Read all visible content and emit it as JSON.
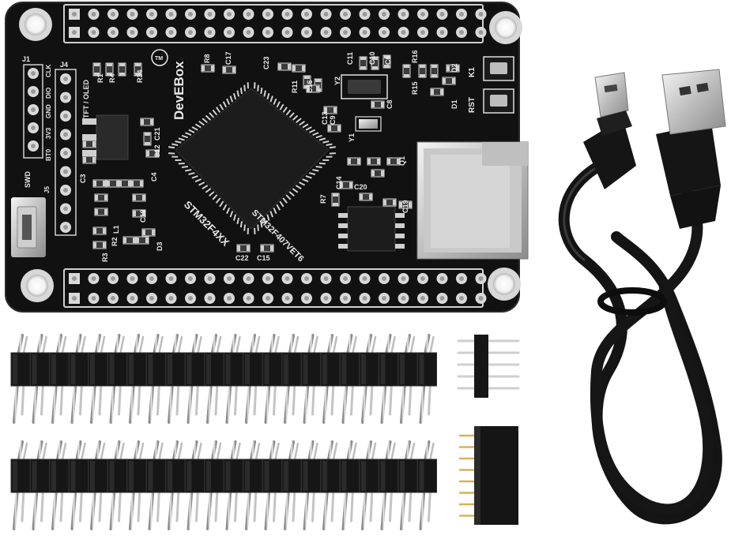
{
  "board": {
    "brand": "DevEBox",
    "trademark": "TM",
    "mcu_label": "STM32F4XX",
    "display_header": "TFT / OLED",
    "swd": "SWD",
    "swd_pins": [
      "CLK",
      "DIO",
      "GND",
      "3V3",
      "BT0"
    ],
    "labels": {
      "j1": "J1",
      "j4": "J4",
      "j5": "J5",
      "k1": "K1",
      "rst": "RST",
      "d1": "D1",
      "d2": "D2",
      "d3": "D3",
      "l1": "L1",
      "r1": "R1",
      "r3": "R3",
      "r4": "R4",
      "r8": "R8",
      "r11": "R11",
      "r34": "R34",
      "c17": "C17",
      "c23": "C23",
      "c11": "C11",
      "c10": "C10",
      "c6": "C6",
      "c16": "C16",
      "c8": "C8",
      "c9": "C9",
      "c13": "C13",
      "c14": "C14",
      "c20": "C20",
      "c19": "C19",
      "c22": "C22",
      "c15": "C15",
      "c21": "C21",
      "c12": "C12",
      "c18": "C18",
      "c3": "C3",
      "c4": "C4",
      "y1": "Y1",
      "y2": "Y2",
      "q1": "Q1",
      "r16": "R16",
      "r15": "R15",
      "r2": "R2",
      "r7": "R7"
    },
    "colors": {
      "pcb": "#0f0f0f",
      "silkscreen": "#e8e8e8",
      "pad": "#d9d9d9",
      "hole": "#9a9a9a"
    }
  },
  "headers": {
    "long_rows": 2,
    "pins_per_row": 22,
    "short_male_pins": 5,
    "female_pins": 8
  },
  "cable": {
    "type": "USB-A to Micro-USB",
    "color": "#121212"
  }
}
